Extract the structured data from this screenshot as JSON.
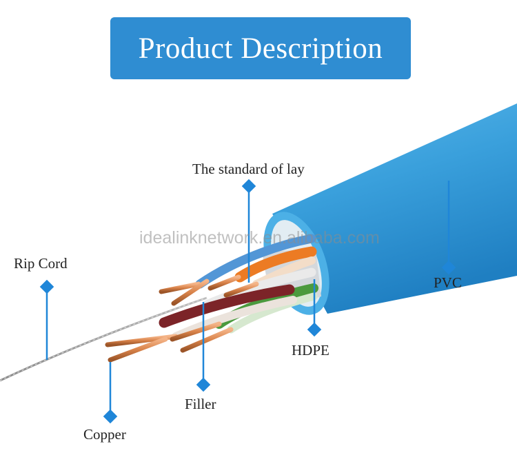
{
  "header": {
    "title": "Product Description"
  },
  "watermark": "idealinknetwork.en.alibaba.com",
  "callouts": {
    "lay": "The standard of lay",
    "rip_cord": "Rip Cord",
    "pvc": "PVC",
    "hdpe": "HDPE",
    "filler": "Filler",
    "copper": "Copper"
  },
  "colors": {
    "banner": "#2f8dd2",
    "jacket": "#3aa0dc",
    "callout_line": "#1f86d8",
    "copper": "#d9834a"
  }
}
